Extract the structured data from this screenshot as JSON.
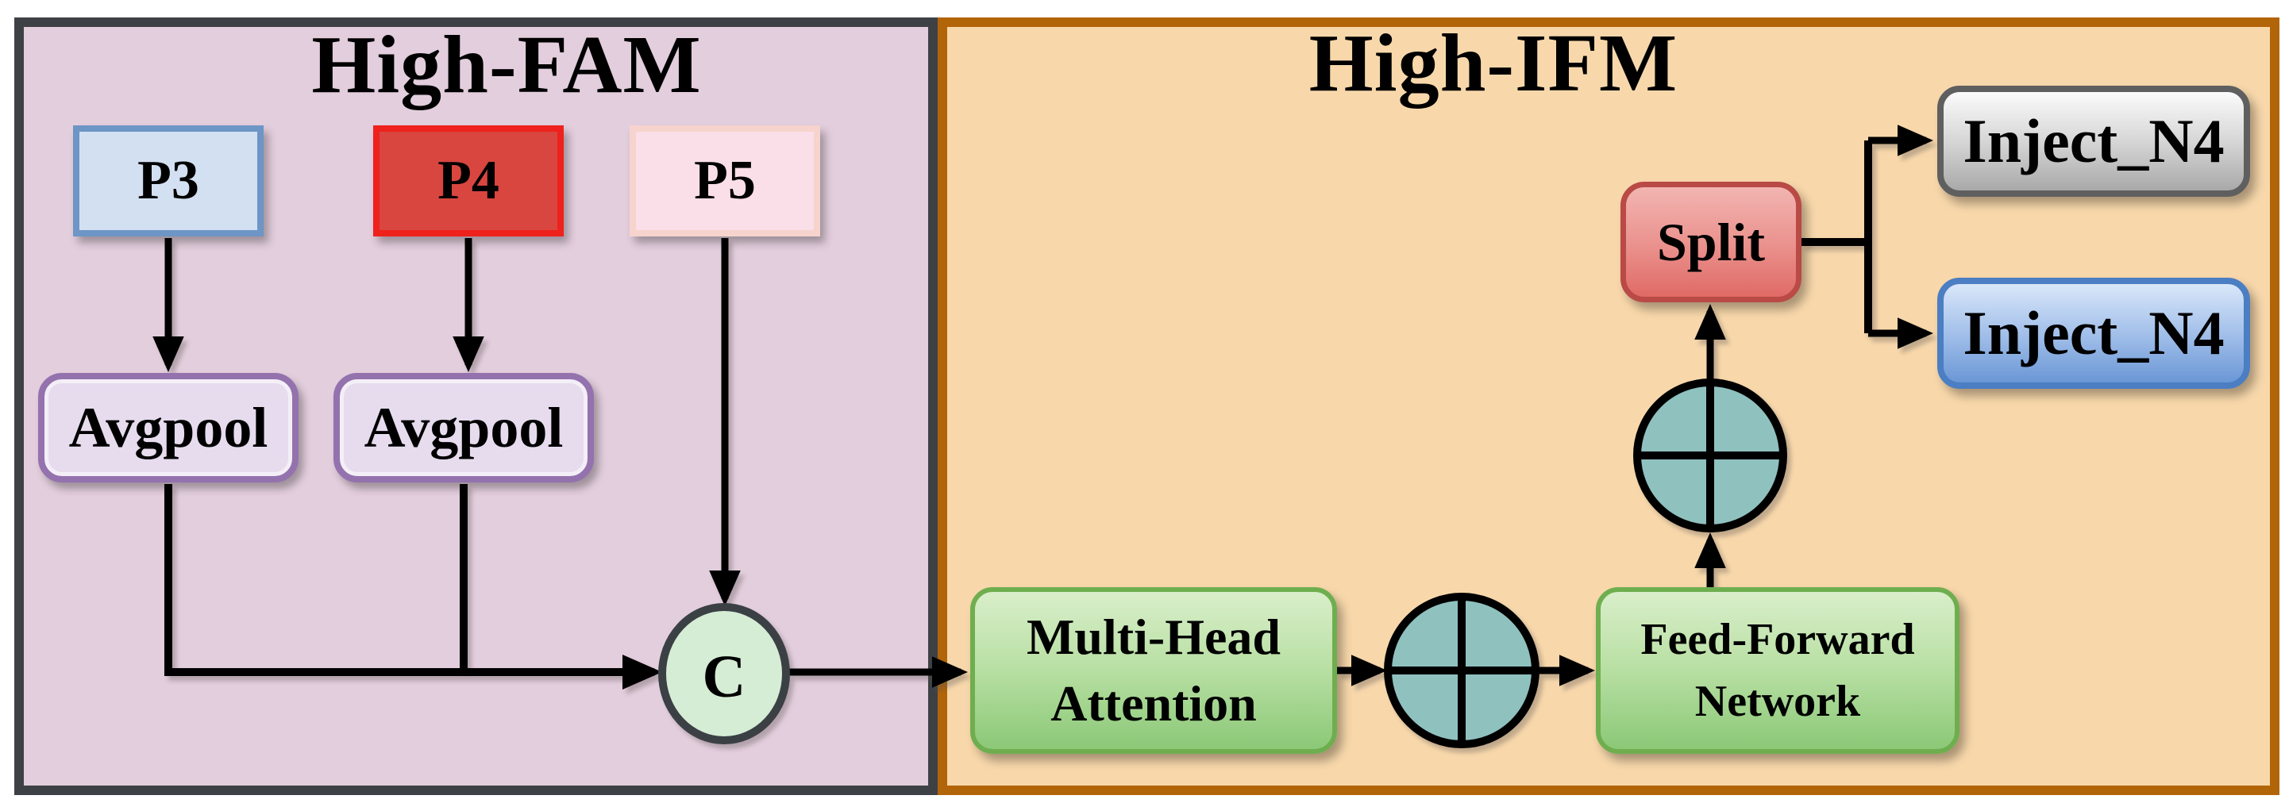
{
  "diagram": {
    "fam": {
      "title": "High-FAM",
      "p3": "P3",
      "p4": "P4",
      "p5": "P5",
      "avgpool1": "Avgpool",
      "avgpool2": "Avgpool",
      "concat": "C"
    },
    "ifm": {
      "title": "High-IFM",
      "mha_line1": "Multi-Head",
      "mha_line2": "Attention",
      "ffn_line1": "Feed-Forward",
      "ffn_line2": "Network",
      "split": "Split",
      "inject_top": "Inject_N4",
      "inject_bottom": "Inject_N4"
    }
  },
  "colors": {
    "fam-bg": "#e3cedd",
    "fam-border": "#3d4145",
    "ifm-bg": "#f8d8ab",
    "ifm-border": "#b26409",
    "p3-fill": "#d3e0f2",
    "p3-border": "#6d95c5",
    "p4-fill": "#d8463f",
    "p4-border": "#ee211c",
    "p5-fill": "#fadee8",
    "p5-border": "#f6d4cd",
    "avgpool-fill": "#e6dcee",
    "avgpool-border": "#9372ae",
    "concat-fill": "#d6edd5",
    "concat-border": "#3b4045",
    "green-top": "#d9eeca",
    "green-bottom": "#8bc877",
    "green-border": "#6fae4f",
    "plus-fill": "#8fc1bf",
    "split-top": "#f2b5b1",
    "split-bottom": "#e06a66",
    "split-border": "#b94a46",
    "inject-gray-top": "#fbfbfb",
    "inject-gray-bottom": "#a9a9a9",
    "inject-gray-border": "#5f5f5f",
    "inject-blue-top": "#d9e7f9",
    "inject-blue-bottom": "#6b97d6",
    "inject-blue-border": "#4b7ec2",
    "line": "#000000"
  }
}
